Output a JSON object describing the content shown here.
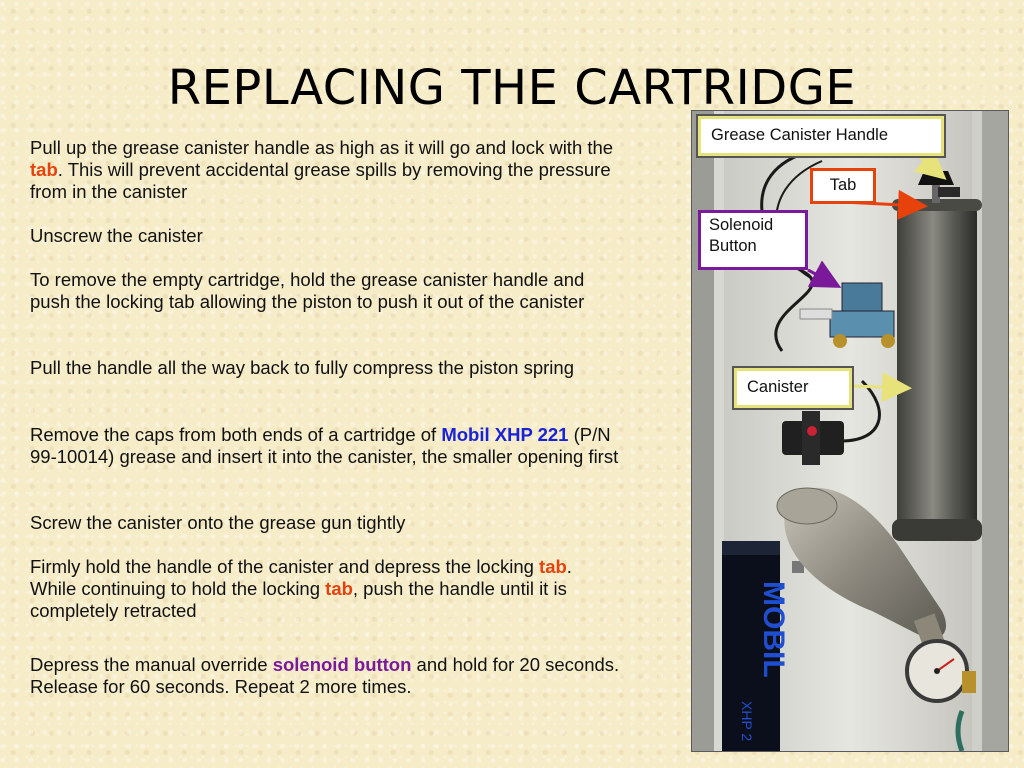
{
  "slide": {
    "title": "REPLACING THE CARTRIDGE"
  },
  "instructions": {
    "p1": {
      "a": "Pull up the grease canister handle as high as it will go and lock with the ",
      "b": "tab",
      "c": ". This will prevent accidental grease spills by removing the pressure from in the canister"
    },
    "p2": "Unscrew the canister",
    "p3": "To remove the empty cartridge, hold the grease canister handle and push the locking tab allowing the piston to push it out of the canister",
    "p4": "Pull the handle all the way back to fully compress the piston spring",
    "p5": {
      "a": "Remove the caps from both ends of a cartridge of ",
      "b": "Mobil XHP 221",
      "c": " (P/N 99-10014) grease and insert it into the canister, the smaller opening first"
    },
    "p6": "Screw the canister onto the grease gun tightly",
    "p7": {
      "a": "Firmly hold the handle of the canister and depress the locking ",
      "b": "tab",
      "c": ". While continuing to hold the locking ",
      "d": "tab",
      "e": ", push the handle until it is completely retracted"
    },
    "p8": {
      "a": "Depress the manual override ",
      "b": "solenoid button",
      "c": " and hold for 20 seconds. Release for 60 seconds. Repeat 2 more times."
    }
  },
  "photo": {
    "callouts": {
      "handle": "Grease Canister Handle",
      "tab": "Tab",
      "solenoid": "Solenoid Button",
      "canister": "Canister"
    },
    "cartridge_label": {
      "brand": "MOBIL",
      "product": "XHP 2"
    }
  },
  "colors": {
    "background": "#f6ecc8",
    "highlight_tab": "#e8420c",
    "highlight_mobil": "#1822d8",
    "highlight_solenoid": "#7a1a9a",
    "callout_border": "#e8e27a"
  }
}
